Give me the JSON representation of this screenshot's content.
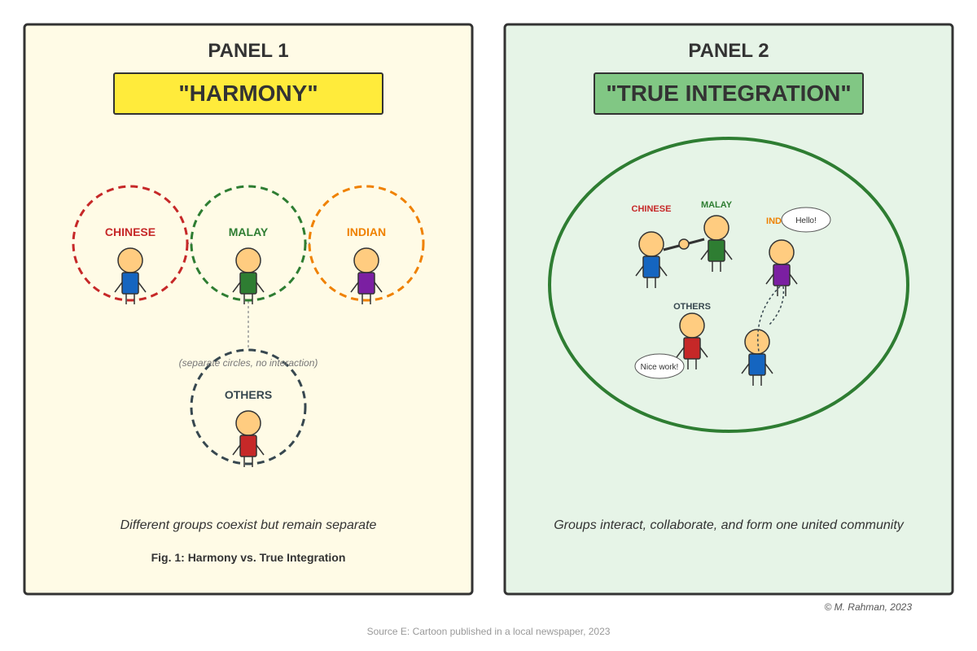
{
  "panel1": {
    "heading": "PANEL 1",
    "banner": "\"HARMONY\"",
    "groups": {
      "chinese": "CHINESE",
      "malay": "MALAY",
      "indian": "INDIAN",
      "others": "OTHERS"
    },
    "note": "(separate circles, no interaction)",
    "caption": "Different groups coexist but remain separate",
    "figure_caption": "Fig. 1: Harmony vs. True Integration"
  },
  "panel2": {
    "heading": "PANEL 2",
    "banner": "\"TRUE INTEGRATION\"",
    "groups": {
      "chinese": "CHINESE",
      "malay": "MALAY",
      "indian": "INDIAN",
      "others": "OTHERS"
    },
    "bubbles": {
      "hello": "Hello!",
      "nice_work": "Nice work!"
    },
    "caption": "Groups interact, collaborate, and form one united community"
  },
  "credit": "© M. Rahman, 2023",
  "source": "Source E: Cartoon published in a local newspaper, 2023",
  "colors": {
    "chinese": "#c62828",
    "malay": "#2e7d32",
    "indian": "#ef8100",
    "others": "#37474f",
    "banner1": "#ffeb3b",
    "banner2": "#81c784",
    "panel1_bg": "#fffbe6",
    "panel2_bg": "#e6f4e7",
    "skin": "#ffcc80"
  }
}
